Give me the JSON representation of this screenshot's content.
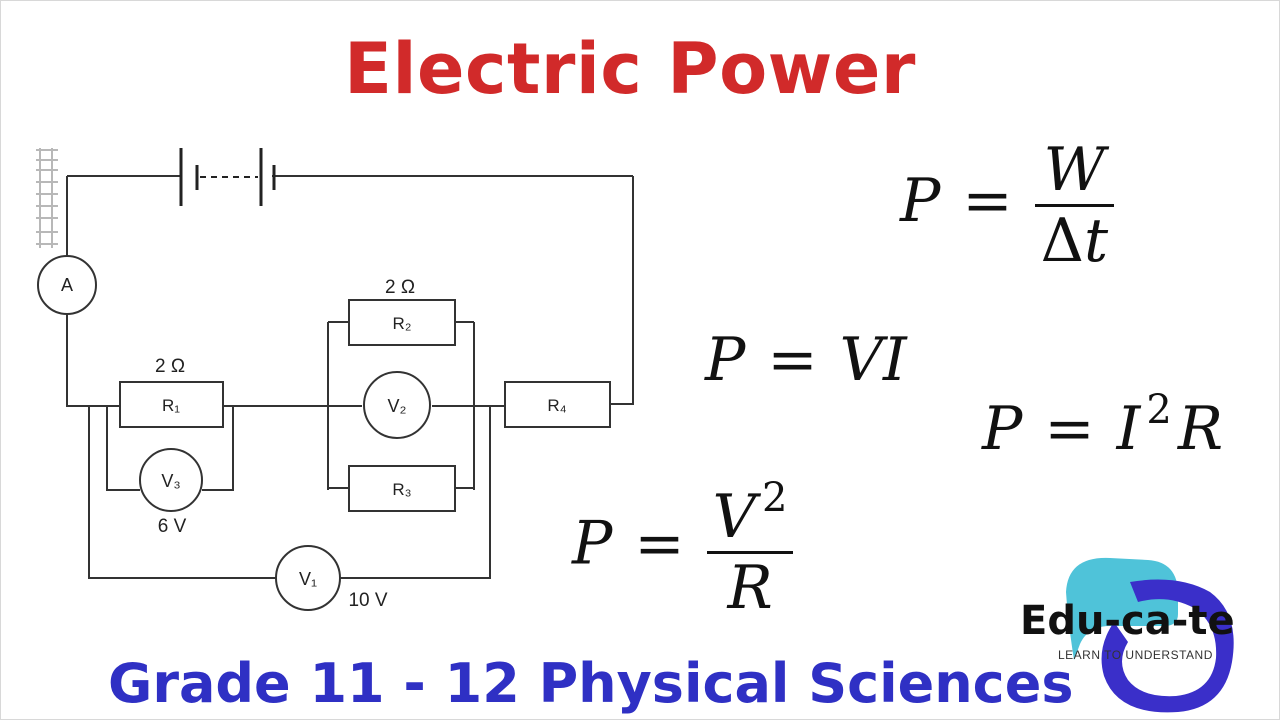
{
  "title": "Electric Power",
  "footer": "Grade 11 - 12 Physical Sciences",
  "circuit": {
    "ammeter": "A",
    "resistors": {
      "r1": "R₁",
      "r2": "R₂",
      "r3": "R₃",
      "r4": "R₄"
    },
    "resistor_values": {
      "r1": "2 Ω",
      "r2": "2 Ω"
    },
    "voltmeters": {
      "v1": "V₁",
      "v2": "V₂",
      "v3": "V₃"
    },
    "voltmeter_readings": {
      "v1": "10 V",
      "v3": "6 V"
    }
  },
  "equations": {
    "work_time": {
      "lhs": "P",
      "op": "=",
      "numerator": "W",
      "denominator_delta": "Δ",
      "denominator_var": "t"
    },
    "vi": {
      "lhs": "P",
      "op": "=",
      "rhs": "VI"
    },
    "i2r": {
      "lhs": "P",
      "op": "=",
      "base": "I",
      "exponent": "2",
      "rest": "R"
    },
    "v2r": {
      "lhs": "P",
      "op": "=",
      "numerator_base": "V",
      "numerator_exponent": "2",
      "denominator": "R"
    }
  },
  "logo": {
    "name": "Edu-ca-te",
    "tagline": "LEARN TO UNDERSTAND",
    "colors": {
      "cyan": "#4fc3d9",
      "indigo": "#3a2fc9"
    }
  },
  "colors": {
    "title": "#d12a2a",
    "footer": "#2f30c4"
  }
}
